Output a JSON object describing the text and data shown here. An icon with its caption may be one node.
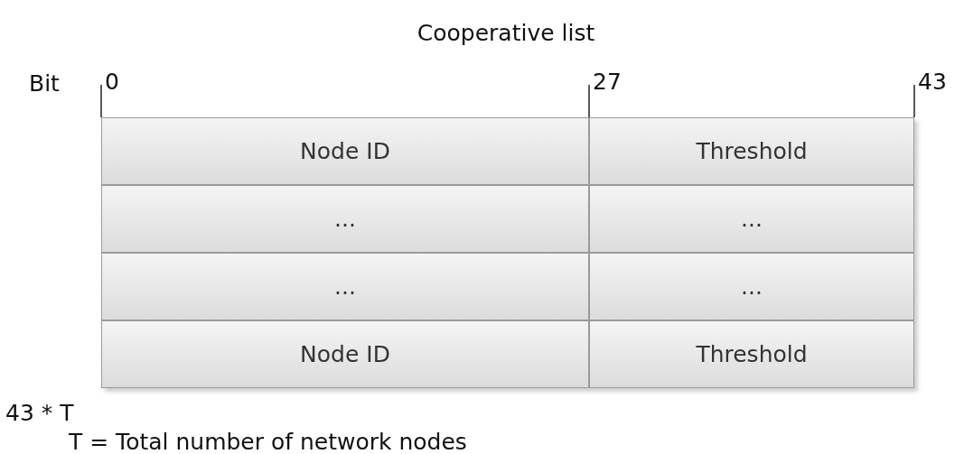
{
  "diagram": {
    "title": "Cooperative list",
    "labels": [
      "Bit",
      "0",
      "27",
      "43",
      "Node ID",
      "Threshold",
      "...",
      "...",
      "...",
      "...",
      "Node ID",
      "Threshold",
      "43 * T",
      "T = Total number of network nodes"
    ]
  }
}
